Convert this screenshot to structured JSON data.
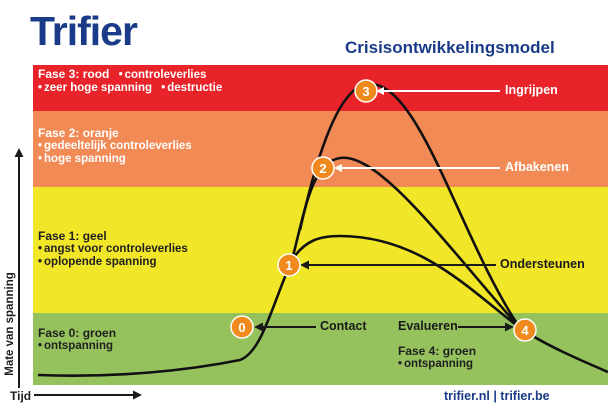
{
  "logo": {
    "text": "Trifier"
  },
  "title": "Crisisontwikkelingsmodel",
  "axes": {
    "y_label": "Mate van spanning",
    "x_label": "Tijd"
  },
  "phases": {
    "fase3": {
      "heading": "Fase 3: rood",
      "items": [
        "controleverlies",
        "zeer hoge spanning",
        "destructie"
      ],
      "color": "#e8242a"
    },
    "fase2": {
      "heading": "Fase 2: oranje",
      "items": [
        "gedeeltelijk controleverlies",
        "hoge spanning"
      ],
      "color": "#f28a55"
    },
    "fase1": {
      "heading": "Fase 1: geel",
      "items": [
        "angst voor controleverlies",
        "oplopende spanning"
      ],
      "color": "#f2e629"
    },
    "fase0": {
      "heading": "Fase 0: groen",
      "items": [
        "ontspanning"
      ],
      "color": "#96c25e"
    },
    "fase4": {
      "heading": "Fase 4: groen",
      "items": [
        "ontspanning"
      ]
    }
  },
  "steps": {
    "s0": {
      "number": "0",
      "label": "Contact"
    },
    "s1": {
      "number": "1",
      "label": "Ondersteunen"
    },
    "s2": {
      "number": "2",
      "label": "Afbakenen"
    },
    "s3": {
      "number": "3",
      "label": "Ingrijpen"
    },
    "s4": {
      "number": "4",
      "label": "Evalueren"
    }
  },
  "marker_color": "#f08a1c",
  "footer": "trifier.nl | trifier.be"
}
